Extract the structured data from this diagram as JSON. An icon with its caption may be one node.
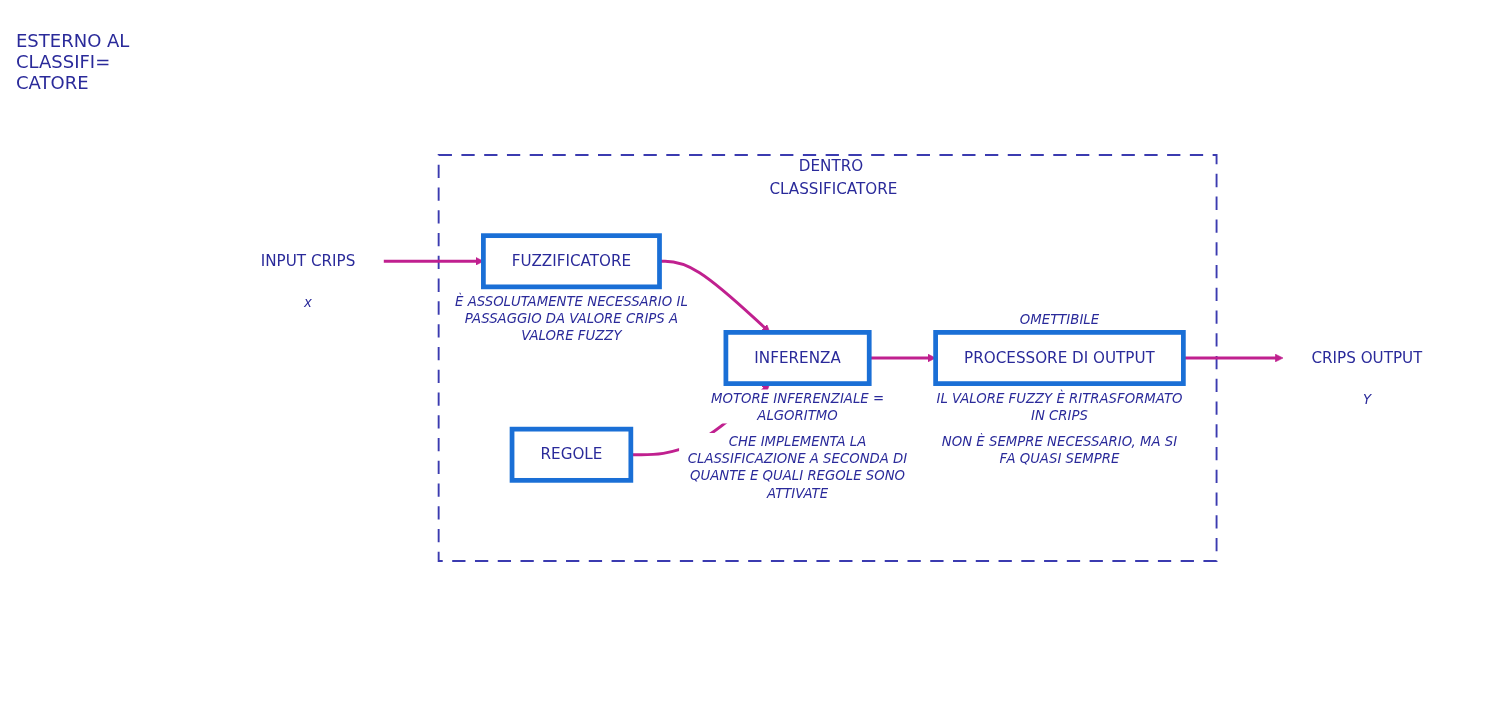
{
  "diagram": {
    "nodes": [
      {
        "text": [
          "DENTRO CLASSIFICATORE"
        ]
      },
      {
        "text": [
          "REGOLE"
        ],
        "in": 0
      },
      {
        "text": [
          "INPUT CRIPS"
        ],
        "beside": [
          "x"
        ]
      },
      {
        "text": [
          "FUZZIFICATORE"
        ],
        "in": 0,
        "beside": [
          "È ASSOLUTAMENTE NECESSARIO IL PASSAGGIO DA VALORE CRIPS A VALORE FUZZY"
        ]
      },
      {
        "text": [
          "INFERENZA"
        ],
        "in": 0,
        "beside": [
          "MOTORE INFERENZIALE = ALGORITMO",
          "CHE IMPLEMENTA LA CLASSIFICAZIONE A SECONDA DI QUANTE E QUALI REGOLE SONO ATTIVATE"
        ]
      },
      {
        "text": [
          "PROCESSORE DI OUTPUT"
        ],
        "in": 0,
        "beside": [
          "OMETTIBILE",
          "IL VALORE FUZZY È RITRASFORMATO IN CRIPS",
          "NON È SEMPRE NECESSARIO, MA SI FA QUASI SEMPRE"
        ]
      },
      {
        "text": [
          "CRIPS OUTPUT"
        ],
        "beside": [
          "Y"
        ]
      }
    ],
    "edges": [
      {
        "from": 2,
        "to": 3,
        "arrow": "to"
      },
      {
        "from": 3,
        "to": 4,
        "arrow": "to"
      },
      {
        "from": 1,
        "to": 4,
        "arrow": "to"
      },
      {
        "from": 4,
        "to": 5,
        "arrow": "to"
      },
      {
        "from": 5,
        "to": 6,
        "arrow": "to"
      }
    ],
    "labels": [
      "ESTERNO AL CLASSIFI= CATORE"
    ]
  }
}
